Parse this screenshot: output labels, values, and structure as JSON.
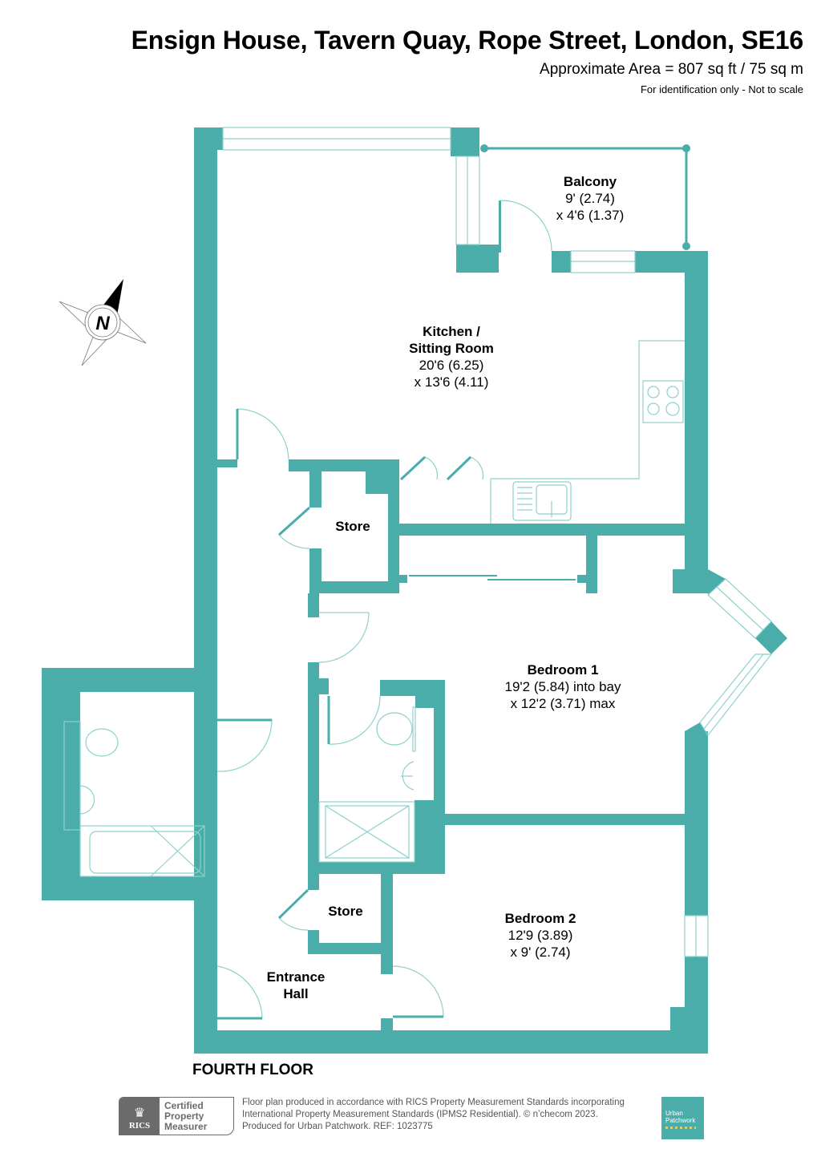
{
  "header": {
    "title": "Ensign House, Tavern Quay, Rope Street, London, SE16",
    "area": "Approximate Area = 807 sq ft / 75 sq m",
    "disclaimer": "For identification only - Not to scale"
  },
  "colors": {
    "wall": "#4aada9",
    "fixture_line": "#8fd0cc",
    "text": "#000000",
    "footer_grey": "#6b6b6b"
  },
  "compass": {
    "icon": "compass-north-icon",
    "label": "N"
  },
  "rooms": {
    "balcony": {
      "name": "Balcony",
      "dim1": "9' (2.74)",
      "dim2": "x 4'6 (1.37)"
    },
    "kitchen": {
      "name": "Kitchen /",
      "name2": "Sitting Room",
      "dim1": "20'6 (6.25)",
      "dim2": "x 13'6 (4.11)"
    },
    "store1": {
      "name": "Store"
    },
    "bedroom1": {
      "name": "Bedroom 1",
      "dim1": "19'2 (5.84) into bay",
      "dim2": "x 12'2 (3.71) max"
    },
    "store2": {
      "name": "Store"
    },
    "bedroom2": {
      "name": "Bedroom 2",
      "dim1": "12'9 (3.89)",
      "dim2": "x 9' (2.74)"
    },
    "hall": {
      "name": "Entrance",
      "name2": "Hall"
    }
  },
  "floor_label": "FOURTH FLOOR",
  "footer": {
    "rics_badge": {
      "mark": "RICS",
      "line1": "Certified",
      "line2": "Property",
      "line3": "Measurer"
    },
    "text_line1": "Floor plan produced in accordance with RICS Property Measurement Standards incorporating",
    "text_line2": "International Property Measurement Standards (IPMS2 Residential).   © nʼchecom 2023.",
    "text_line3": "Produced for Urban Patchwork.   REF:  1023775",
    "brand_line1": "Urban",
    "brand_line2": "Patchwork"
  }
}
